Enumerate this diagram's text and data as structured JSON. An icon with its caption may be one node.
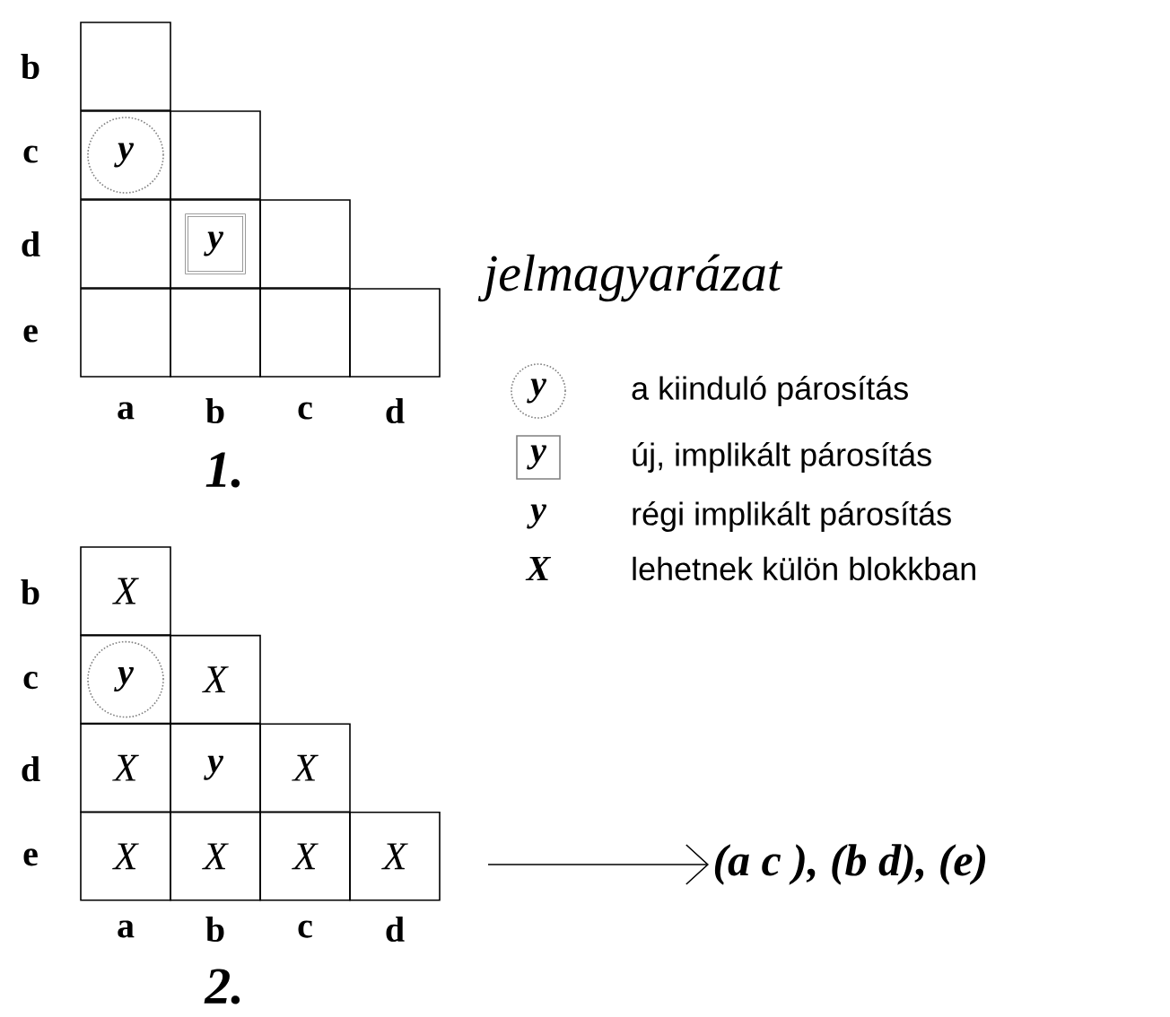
{
  "diagram": {
    "title": "jelmagyarázat",
    "nodes": [
      {
        "text": [],
        "shape": "box"
      },
      {
        "text": [],
        "shape": "box"
      },
      {
        "text": [
          "y"
        ],
        "in": 1
      },
      {
        "text": [],
        "shape": "box"
      },
      {
        "text": [],
        "shape": "box"
      },
      {
        "text": [],
        "shape": "box"
      },
      {
        "text": [
          "y"
        ],
        "in": 5
      },
      {
        "text": [],
        "shape": "box"
      },
      {
        "text": [],
        "shape": "box"
      },
      {
        "text": [],
        "shape": "box"
      },
      {
        "text": [],
        "shape": "box"
      },
      {
        "text": [],
        "shape": "box"
      },
      {
        "text": [
          "X"
        ]
      },
      {
        "text": [],
        "shape": "box"
      },
      {
        "text": [
          "y"
        ],
        "in": 13
      },
      {
        "text": [
          "X"
        ]
      },
      {
        "text": [
          "X"
        ]
      },
      {
        "text": [
          "y"
        ]
      },
      {
        "text": [
          "X"
        ]
      },
      {
        "text": [
          "X"
        ]
      },
      {
        "text": [
          "X"
        ]
      },
      {
        "text": [
          "X"
        ]
      },
      {
        "text": [
          "X"
        ]
      },
      {
        "text": [
          "(a c ), (b d), (e)"
        ]
      }
    ],
    "edges": [
      {
        "from": null,
        "to": 23,
        "arrow": "to"
      }
    ],
    "labels": [
      "b",
      "c",
      "d",
      "e",
      "a",
      "b",
      "c",
      "d",
      "1.",
      "y",
      "y",
      "y",
      "X",
      "b",
      "c",
      "d",
      "e",
      "a",
      "b",
      "c",
      "d",
      "2."
    ],
    "legend": [
      {
        "text": "a kiinduló párosítás"
      },
      {
        "text": "új, implikált párosítás"
      },
      {
        "text": "régi implikált párosítás"
      },
      {
        "text": "lehetnek külön blokkban"
      }
    ]
  }
}
